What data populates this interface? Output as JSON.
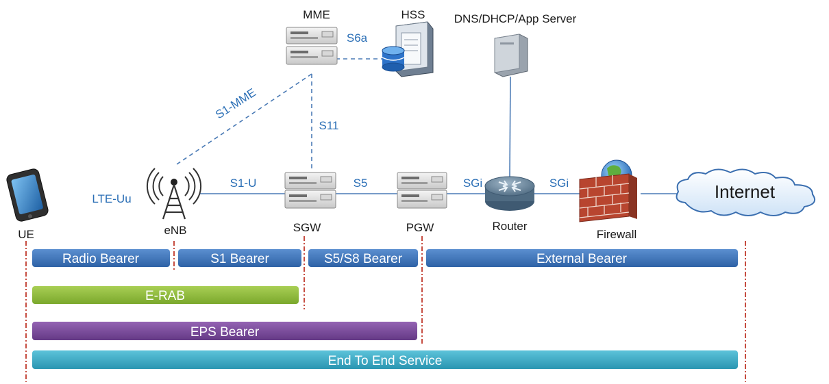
{
  "nodes": {
    "mme": "MME",
    "hss": "HSS",
    "app_server": "DNS/DHCP/App Server",
    "ue": "UE",
    "enb": "eNB",
    "sgw": "SGW",
    "pgw": "PGW",
    "router": "Router",
    "firewall": "Firewall",
    "internet": "Internet"
  },
  "interfaces": {
    "s6a": "S6a",
    "s1_mme": "S1-MME",
    "s11": "S11",
    "lte_uu": "LTE-Uu",
    "s1_u": "S1-U",
    "s5": "S5",
    "sgi_router": "SGi",
    "sgi_firewall": "SGi"
  },
  "bearers": {
    "radio": "Radio Bearer",
    "s1": "S1 Bearer",
    "s5_s8": "S5/S8 Bearer",
    "external": "External Bearer",
    "erab": "E-RAB",
    "eps": "EPS Bearer",
    "end_to_end": "End To End Service"
  },
  "colors": {
    "interface_label": "#2b6fb6",
    "bearer_blue": "#3b74b9",
    "erab_green": "#8fb83c",
    "eps_purple": "#7b4a9a",
    "e2e_teal": "#3aa9c4",
    "divider_red": "#c0392b",
    "link_blue": "#4a7ab5"
  }
}
